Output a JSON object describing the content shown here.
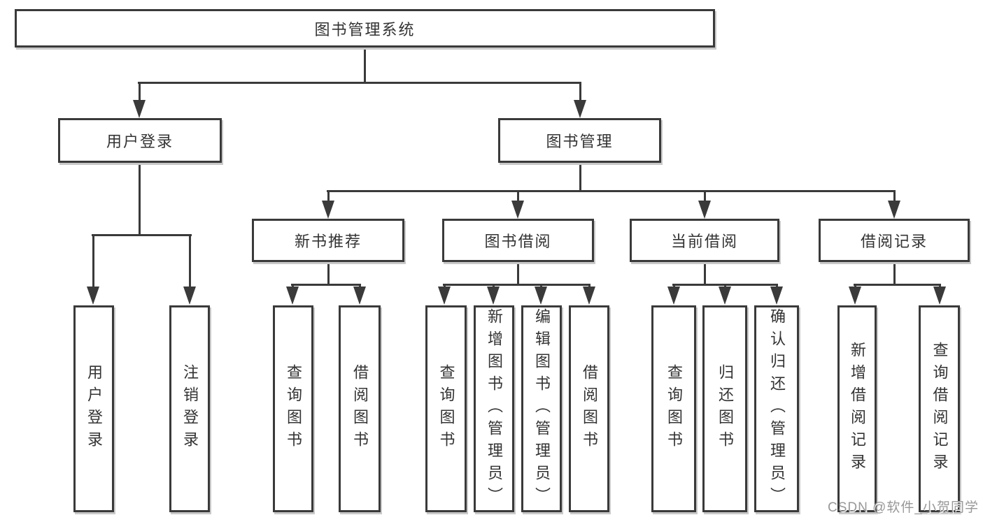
{
  "diagram_title": "图书管理系统",
  "labels": {
    "root": "图书管理系统",
    "user_login": "用户登录",
    "book_mgmt": "图书管理",
    "new_book_rec": "新书推荐",
    "book_borrow": "图书借阅",
    "current_borrow": "当前借阅",
    "borrow_record": "借阅记录",
    "leaf_user_login": "用户登录",
    "leaf_logout": "注销登录",
    "leaf_rec_query_book": "查询图书",
    "leaf_rec_borrow_book": "借阅图书",
    "leaf_bb_query_book": "查询图书",
    "leaf_bb_add_book": "新增图书（管理员）",
    "leaf_bb_edit_book": "编辑图书（管理员）",
    "leaf_bb_borrow_book": "借阅图书",
    "leaf_cb_query_book": "查询图书",
    "leaf_cb_return_book": "归还图书",
    "leaf_cb_confirm_return": "确认归还（管理员）",
    "leaf_br_add_record": "新增借阅记录",
    "leaf_br_query_record": "查询借阅记录"
  },
  "tree": {
    "label": "图书管理系统",
    "children": [
      {
        "label": "用户登录",
        "children": [
          {
            "label": "用户登录"
          },
          {
            "label": "注销登录"
          }
        ]
      },
      {
        "label": "图书管理",
        "children": [
          {
            "label": "新书推荐",
            "children": [
              {
                "label": "查询图书"
              },
              {
                "label": "借阅图书"
              }
            ]
          },
          {
            "label": "图书借阅",
            "children": [
              {
                "label": "查询图书"
              },
              {
                "label": "新增图书（管理员）"
              },
              {
                "label": "编辑图书（管理员）"
              },
              {
                "label": "借阅图书"
              }
            ]
          },
          {
            "label": "当前借阅",
            "children": [
              {
                "label": "查询图书"
              },
              {
                "label": "归还图书"
              },
              {
                "label": "确认归还（管理员）"
              }
            ]
          },
          {
            "label": "借阅记录",
            "children": [
              {
                "label": "新增借阅记录"
              },
              {
                "label": "查询借阅记录"
              }
            ]
          }
        ]
      }
    ]
  },
  "watermark": "CSDN @软件_小贺同学",
  "colors": {
    "line": "#3a3a3a",
    "text": "#333333",
    "box_shadow": "#c9c9c9",
    "background": "#ffffff",
    "watermark": "#989898"
  }
}
